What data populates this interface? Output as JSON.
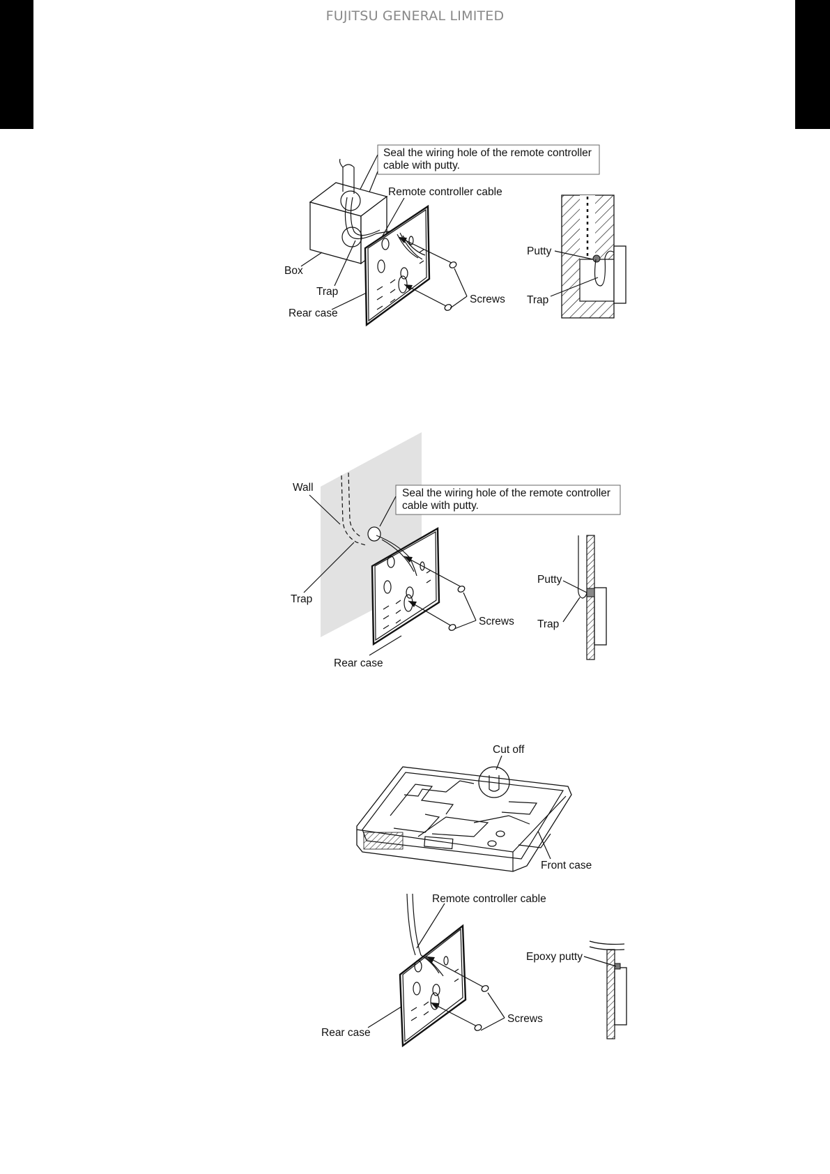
{
  "header": {
    "company": "FUJITSU GENERAL LIMITED"
  },
  "figure1": {
    "callout": [
      "Seal the wiring hole of the remote controller",
      "cable with putty."
    ],
    "labels": {
      "remote_cable": "Remote controller cable",
      "box": "Box",
      "trap": "Trap",
      "rear_case": "Rear case",
      "screws": "Screws",
      "putty": "Putty",
      "trap_detail": "Trap"
    }
  },
  "figure2": {
    "callout": [
      "Seal the wiring hole of the remote controller",
      "cable with putty."
    ],
    "labels": {
      "wall": "Wall",
      "trap": "Trap",
      "rear_case": "Rear case",
      "screws": "Screws",
      "putty": "Putty",
      "trap_detail": "Trap"
    }
  },
  "figure3": {
    "labels": {
      "cut_off": "Cut off",
      "front_case": "Front case"
    }
  },
  "figure4": {
    "labels": {
      "remote_cable": "Remote controller cable",
      "epoxy_putty": "Epoxy putty",
      "screws": "Screws",
      "rear_case": "Rear case"
    }
  }
}
